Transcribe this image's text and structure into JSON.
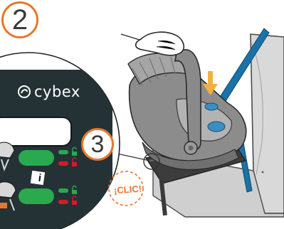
{
  "step_main": "2",
  "step_inset": "3",
  "brand_name": "cybex",
  "click_label": "¡CLIC!",
  "info_symbol": "i",
  "icons": [
    "hand-icon",
    "down-arrow-icon",
    "lock-green-icon",
    "unlock-red-icon",
    "info-icon",
    "car-seat-icon",
    "isofix-base-icon"
  ],
  "colors": {
    "accent_orange": "#e8762a",
    "arrow_yellow": "#f2b13a",
    "belt_blue": "#1a73a8",
    "panel_dark": "#243236",
    "indicator_green": "#2aa94e",
    "indicator_red": "#d7192b"
  }
}
